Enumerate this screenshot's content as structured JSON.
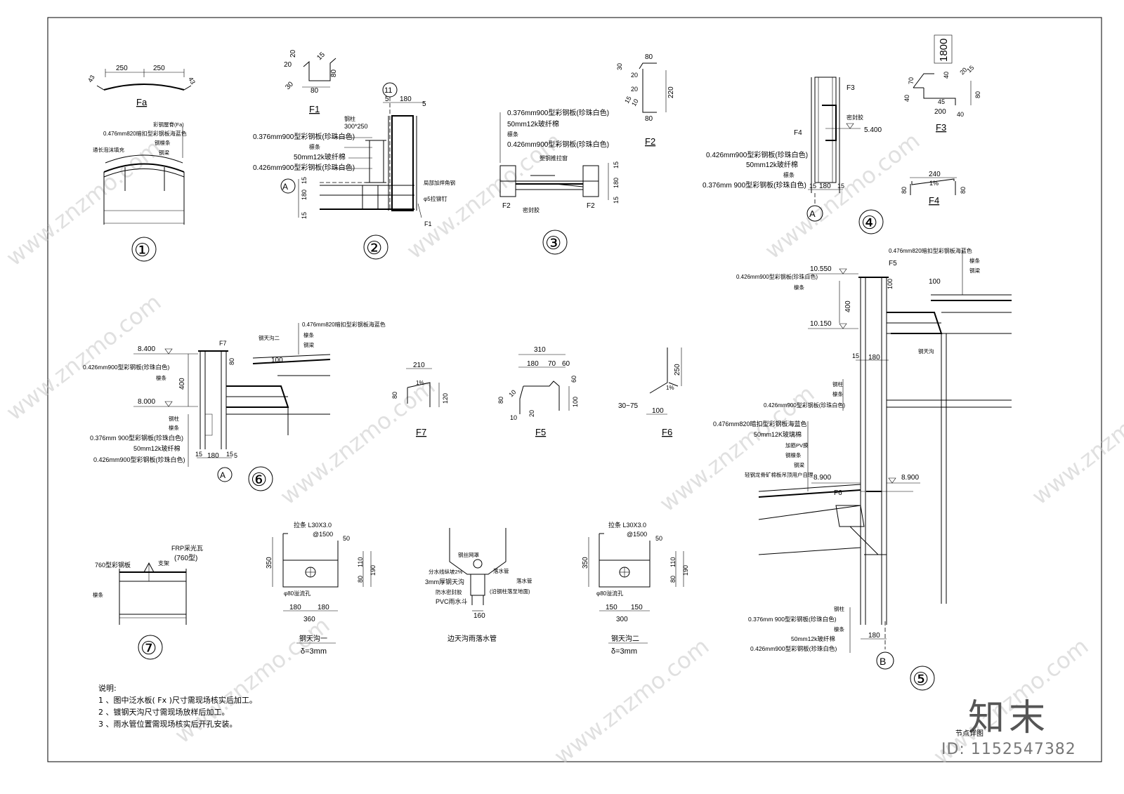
{
  "watermark": "www.znzmo.com",
  "brand": "知末",
  "sheet_title": "节点详图",
  "id_tag": "ID: 1152547382",
  "details": {
    "d1": {
      "num": "①",
      "profile": "Fa",
      "dims": [
        "250",
        "250",
        "43",
        "43"
      ],
      "labels": [
        "彩钢屋脊(Fa)",
        "0.476mm820暗扣型彩钢板海蓝色",
        "钢檩条",
        "钢梁",
        "通长泡沫填充"
      ]
    },
    "d2": {
      "num": "②",
      "axis": "11",
      "axis_a": "A",
      "labels": [
        "钢柱",
        "300*250",
        "0.376mm900型彩钢板(珍珠白色)",
        "檩条",
        "50mm12k玻纤棉",
        "0.426mm900型彩钢板(珍珠白色)",
        "局部加焊角钢",
        "φ5拉铆钉",
        "F1"
      ],
      "dims": [
        "5",
        "180",
        "5",
        "15",
        "180",
        "15"
      ]
    },
    "f1": {
      "name": "F1",
      "dims": [
        "20",
        "15",
        "20",
        "80",
        "30",
        "80"
      ]
    },
    "d3": {
      "num": "③",
      "labels": [
        "0.376mm900型彩钢板(珍珠白色)",
        "50mm12k玻纤棉",
        "檩条",
        "0.426mm900型彩钢板(珍珠白色)",
        "塑钢推拉窗",
        "密封胶",
        "F2",
        "F2"
      ],
      "dims": [
        "15",
        "180",
        "15"
      ]
    },
    "f2": {
      "name": "F2",
      "dims": [
        "80",
        "30",
        "20",
        "20",
        "15",
        "10",
        "220",
        "80"
      ]
    },
    "d4": {
      "num": "④",
      "axis_a": "A",
      "level": "5.400",
      "labels": [
        "F3",
        "F4",
        "密封胶",
        "0.426mm900型彩钢板(珍珠白色)",
        "50mm12k玻纤棉",
        "檩条",
        "0.376mm 900型彩钢板(珍珠白色)"
      ],
      "dims": [
        "15",
        "180",
        "15"
      ]
    },
    "f3": {
      "name": "F3",
      "dims": [
        "1800",
        "40",
        "20",
        "70",
        "40",
        "45",
        "200",
        "40",
        "80",
        "15"
      ]
    },
    "f4": {
      "name": "F4",
      "dims": [
        "240",
        "1%",
        "80",
        "80"
      ]
    },
    "d5": {
      "num": "⑤",
      "axis_b": "B",
      "levels": [
        "10.550",
        "10.150",
        "8.900",
        "8.900"
      ],
      "labels": [
        "0.476mm820暗扣型彩钢板海蓝色",
        "檩条",
        "钢梁",
        "0.426mm900型彩钢板(珍珠白色)",
        "檩条",
        "F5",
        "钢天沟",
        "钢柱",
        "檩条",
        "0.426mm900型彩钢板(珍珠白色)",
        "0.476mm820暗扣型彩钢板海蓝色",
        "50mm12K玻璃棉",
        "加筋PV膜",
        "钢檩条",
        "钢梁",
        "轻钢龙骨矿棉板吊顶用户自理",
        "F6",
        "钢柱",
        "0.376mm 900型彩钢板(珍珠白色)",
        "檩条",
        "50mm12k玻纤棉",
        "0.426mm900型彩钢板(珍珠白色)"
      ],
      "dims": [
        "400",
        "100",
        "100",
        "15",
        "180",
        "180"
      ]
    },
    "d6": {
      "num": "⑥",
      "axis_a": "A",
      "levels": [
        "8.400",
        "8.000"
      ],
      "labels": [
        "0.476mm820暗扣型彩钢板海蓝色",
        "F7",
        "钢天沟二",
        "檩条",
        "钢梁",
        "0.426mm900型彩钢板(珍珠白色)",
        "檩条",
        "钢柱",
        "檩条",
        "0.376mm 900型彩钢板(珍珠白色)",
        "50mm12k玻纤棉",
        "0.426mm900型彩钢板(珍珠白色)"
      ],
      "dims": [
        "80",
        "400",
        "100",
        "15",
        "180",
        "15",
        "5"
      ]
    },
    "f7": {
      "name": "F7",
      "dims": [
        "210",
        "1%",
        "80",
        "120"
      ]
    },
    "f5": {
      "name": "F5",
      "dims": [
        "310",
        "180",
        "70",
        "60",
        "60",
        "80",
        "10",
        "100",
        "20",
        "10"
      ]
    },
    "f6": {
      "name": "F6",
      "dims": [
        "250",
        "1%",
        "30~75",
        "100"
      ]
    },
    "d7": {
      "num": "⑦",
      "labels": [
        "760型彩钢板",
        "支架",
        "FRP采光瓦",
        "(760型)",
        "檩条"
      ]
    },
    "g1": {
      "title": "钢天沟一",
      "thk": "δ=3mm",
      "labels": [
        "拉条 L30X3.0",
        "@1500",
        "φ80溢流孔"
      ],
      "dims": [
        "50",
        "350",
        "80",
        "110",
        "190",
        "180",
        "180",
        "360"
      ]
    },
    "g2": {
      "title": "边天沟雨落水管",
      "labels": [
        "钢丝网罩",
        "分水线纵坡2%",
        "3mm厚钢天沟",
        "防水密封胶",
        "PVC雨水斗",
        "落水管",
        "落水管",
        "(沿钢柱落至地面)"
      ],
      "dims": [
        "160"
      ]
    },
    "g3": {
      "title": "钢天沟二",
      "thk": "δ=3mm",
      "labels": [
        "拉条 L30X3.0",
        "@1500",
        "φ80溢流孔"
      ],
      "dims": [
        "50",
        "350",
        "80",
        "110",
        "190",
        "150",
        "150",
        "300"
      ]
    }
  },
  "notes": {
    "heading": "说明:",
    "items": [
      "1 、图中泛水板( Fx )尺寸需现场核实后加工。",
      "2 、镀钢天沟尺寸需现场放样后加工。",
      "3 、雨水管位置需现场核实后开孔安装。"
    ]
  }
}
